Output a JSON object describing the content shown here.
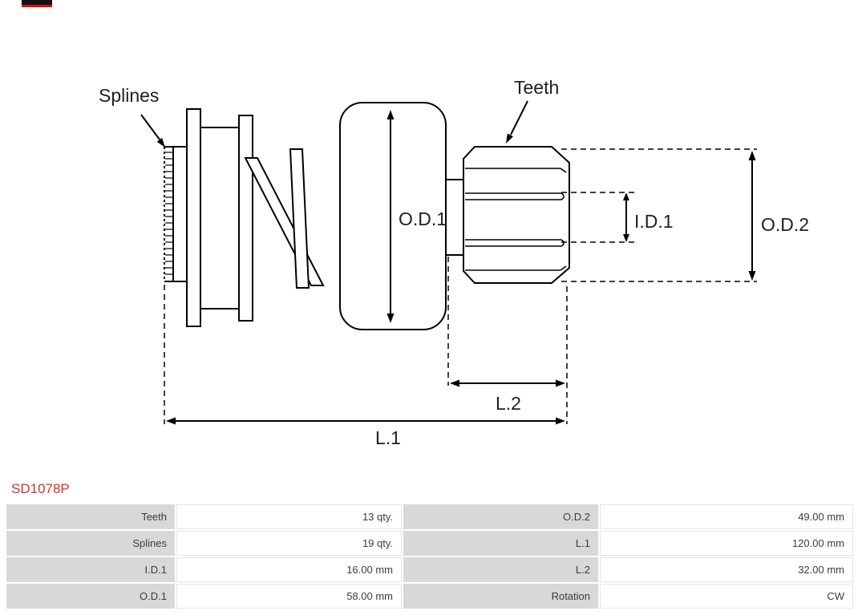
{
  "logo": {
    "bar_color": "#111111",
    "accent_color": "#e30613"
  },
  "diagram": {
    "line_color": "#000000",
    "text_color": "#1f1f1f",
    "labels": {
      "splines": "Splines",
      "teeth": "Teeth",
      "od1": "O.D.1",
      "id1": "I.D.1",
      "od2": "O.D.2",
      "l2": "L.2",
      "l1": "L.1"
    }
  },
  "part_number": {
    "text": "SD1078P",
    "color": "#cc3333"
  },
  "spec_table": {
    "label_bg": "#d8d8d8",
    "value_bg": "#ffffff",
    "rows": [
      {
        "c0": "Teeth",
        "c1": "13 qty.",
        "c2": "O.D.2",
        "c3": "49.00 mm"
      },
      {
        "c0": "Splines",
        "c1": "19 qty.",
        "c2": "L.1",
        "c3": "120.00 mm"
      },
      {
        "c0": "I.D.1",
        "c1": "16.00 mm",
        "c2": "L.2",
        "c3": "32.00 mm"
      },
      {
        "c0": "O.D.1",
        "c1": "58.00 mm",
        "c2": "Rotation",
        "c3": "CW"
      }
    ]
  }
}
